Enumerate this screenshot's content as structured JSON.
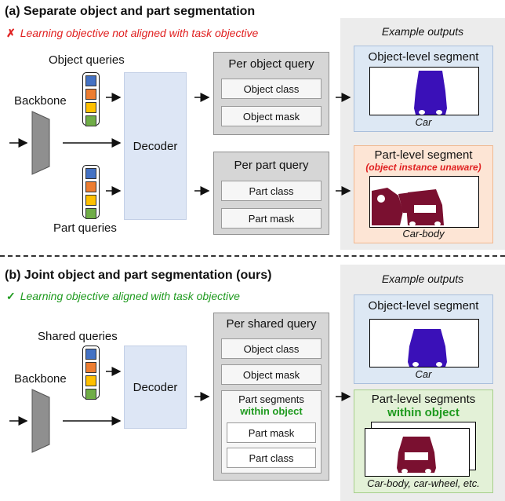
{
  "section_a": {
    "title": "(a) Separate object and part segmentation",
    "status_mark": "✗",
    "status_text": "Learning objective not aligned with task objective",
    "object_queries_label": "Object queries",
    "part_queries_label": "Part queries",
    "backbone_label": "Backbone",
    "decoder_label": "Decoder",
    "object_panel": {
      "title": "Per object query",
      "items": [
        "Object class",
        "Object mask"
      ]
    },
    "part_panel": {
      "title": "Per part query",
      "items": [
        "Part class",
        "Part mask"
      ]
    },
    "outputs_title": "Example outputs",
    "object_output": {
      "title": "Object-level segment",
      "caption": "Car"
    },
    "part_output": {
      "title": "Part-level segment",
      "note": "(object instance unaware)",
      "caption": "Car-body"
    }
  },
  "section_b": {
    "title": "(b) Joint object and part segmentation (ours)",
    "status_mark": "✓",
    "status_text": "Learning objective aligned with task objective",
    "shared_queries_label": "Shared queries",
    "backbone_label": "Backbone",
    "decoder_label": "Decoder",
    "shared_panel": {
      "title": "Per shared query",
      "items": [
        "Object class",
        "Object mask"
      ],
      "part_segments_title": "Part segments",
      "part_segments_highlight": "within object",
      "part_items": [
        "Part mask",
        "Part class"
      ]
    },
    "outputs_title": "Example outputs",
    "object_output": {
      "title": "Object-level segment",
      "caption": "Car"
    },
    "part_output": {
      "title": "Part-level segments",
      "highlight": "within object",
      "caption": "Car-body, car-wheel, etc."
    }
  },
  "colors": {
    "query_colors": [
      "#4472c4",
      "#ed7d31",
      "#ffc000",
      "#70ad47"
    ],
    "object_mask": "#3a10b8",
    "part_mask": "#7a1030",
    "red": "#e02020",
    "green": "#1e9a1e"
  }
}
